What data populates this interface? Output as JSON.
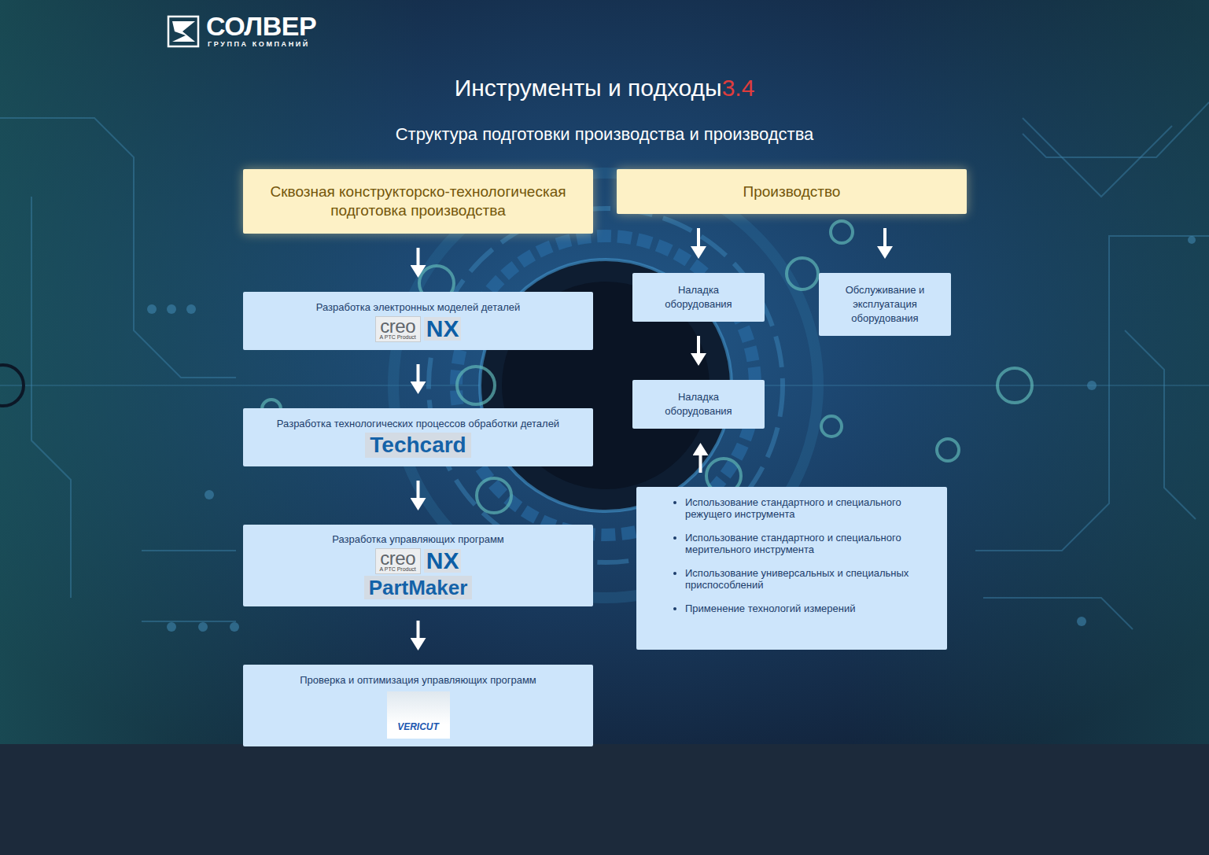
{
  "diagram": {
    "title": "Инструменты и подходы",
    "nodes": [
      {
        "text": [
          "Сквозная конструкторско-технологическая подготовка производства"
        ]
      },
      {
        "text": [
          "Производство"
        ]
      },
      {
        "text": [
          "Разработка электронных моделей деталей",
          "creo",
          "A PTC Product",
          "NX"
        ]
      },
      {
        "text": [
          "Разработка технологических процессов обработки деталей",
          "Techcard"
        ]
      },
      {
        "text": [
          "Разработка управляющих программ",
          "creo",
          "A PTC Product",
          "NX",
          "PartMaker"
        ]
      },
      {
        "text": [
          "Проверка и оптимизация управляющих программ",
          "VERICUT"
        ]
      },
      {
        "text": [
          "Наладка оборудования"
        ]
      },
      {
        "text": [
          "Обслуживание и эксплуатация оборудования"
        ]
      },
      {
        "text": [
          "Наладка оборудования"
        ]
      },
      {
        "text": [
          "Использование стандартного и специального режущего инструмента",
          "Использование стандартного и специального мерительного инструмента",
          "Использование универсальных и специальных приспособлений",
          "Применение технологий измерений"
        ]
      }
    ],
    "edges": [
      {
        "from": 0,
        "to": 2,
        "arrow": "to"
      },
      {
        "from": 2,
        "to": 3,
        "arrow": "to"
      },
      {
        "from": 3,
        "to": 4,
        "arrow": "to"
      },
      {
        "from": 4,
        "to": 5,
        "arrow": "to"
      },
      {
        "from": 1,
        "to": 6,
        "arrow": "to"
      },
      {
        "from": 1,
        "to": 7,
        "arrow": "to"
      },
      {
        "from": 6,
        "to": 8,
        "arrow": "to"
      },
      {
        "from": 9,
        "to": 8,
        "arrow": "to"
      }
    ],
    "labels": [
      "3.4",
      "Структура подготовки производства и производства",
      "СОЛВЕР",
      "ГРУППА КОМПАНИЙ"
    ]
  }
}
